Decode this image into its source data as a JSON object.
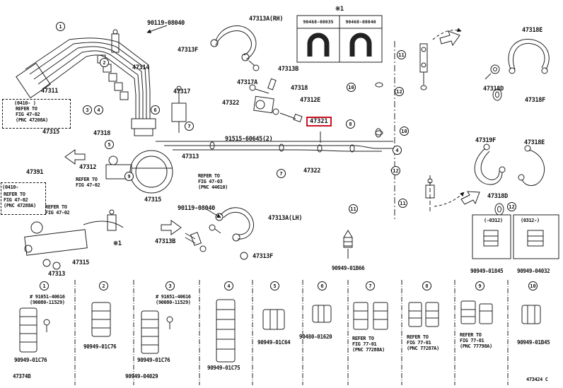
{
  "meta": {
    "doc_code": "473424 C",
    "highlighted_part": "47321",
    "highlight_color": "#cc1122"
  },
  "digits": {
    "d1": "1",
    "d2": "2",
    "d3": "3",
    "d4": "4",
    "d5": "5",
    "d6": "6",
    "d7": "7",
    "d8": "8",
    "d9": "9",
    "d10": "10",
    "d11": "11",
    "d12": "12"
  },
  "variant_table": {
    "note": "※1",
    "left_part": "90468-08035",
    "right_part": "90468-08040"
  },
  "labels": {
    "l90119_top": "90119-08040",
    "l47313a_rh": "47313A(RH)",
    "l47318e_top": "47318E",
    "l47313f_top": "47313F",
    "l47313b_top": "47313B",
    "l47314": "47314",
    "l47311": "47311",
    "l47317": "47317",
    "l47317a": "47317A",
    "l47318_a": "47318",
    "l47322_a": "47322",
    "l47312e": "47312E",
    "l47318d_top": "47318D",
    "l47318f": "47318F",
    "ldate1": "(0410-   )",
    "l47315_a": "47315",
    "l47318_b": "47318",
    "l91515": "91515-60645(2)",
    "l47321": "47321",
    "l47313_a": "47313",
    "l47312": "47312",
    "l47322_b": "47322",
    "l47391": "47391",
    "ldate2": "(0410-",
    "l47315_b": "47315",
    "l90119_bot": "90119-08040",
    "l47313a_lh": "47313A(LH)",
    "l47319f": "47319F",
    "l47318e_right": "47318E",
    "l47318d_bot": "47318D",
    "ldate3": "(-0312)",
    "ldate4": "(0312-)",
    "l47313b_bot": "47313B",
    "l47313f_bot": "47313F",
    "lnote_mid": "※1",
    "l90949_01b66": "90949-01B66",
    "l90949_01845": "90949-01845",
    "l90949_04032": "90949-04032",
    "l47315_c": "47315",
    "l47313_b": "47313"
  },
  "refer_notes": {
    "n1": [
      "REFER TO",
      "FIG 47-02",
      "(PNC 47208A)"
    ],
    "n2": [
      "REFER TO",
      "FIG 47-02"
    ],
    "n3": [
      "REFER TO",
      "FIG 47-03",
      "(PNC 44610)"
    ],
    "n4": [
      "REFER TO",
      "FIG 47-02",
      "(PNC 47288A)"
    ],
    "n5": [
      "REFER TO",
      "FIG 47-02"
    ]
  },
  "legend": {
    "g1": {
      "bolt": "# 91651-40616",
      "bolt_sub": "(90080-11529)",
      "clip": "90949-01C76",
      "bracket": "47374B"
    },
    "g2": {
      "clip": "90949-01C76"
    },
    "g3": {
      "bolt": "# 91651-40616",
      "bolt_sub": "(90080-11529)",
      "clip": "90949-01C76",
      "bracket": "90949-04029"
    },
    "g4": {
      "clip": "90949-01C75"
    },
    "g5": {
      "clip": "90949-01C64"
    },
    "g6": {
      "clip": "90480-01620"
    },
    "g7": {
      "refer": [
        "REFER TO",
        "FIG 77-01",
        "(PNC 77288A)"
      ]
    },
    "g8": {
      "refer": [
        "REFER TO",
        "FIG 77-01",
        "(PNC 77287A)"
      ]
    },
    "g9": {
      "refer": [
        "REFER TO",
        "FIG 77-01",
        "(PNC 77798A)"
      ]
    },
    "g10": {
      "clip": "90949-01B45"
    }
  }
}
